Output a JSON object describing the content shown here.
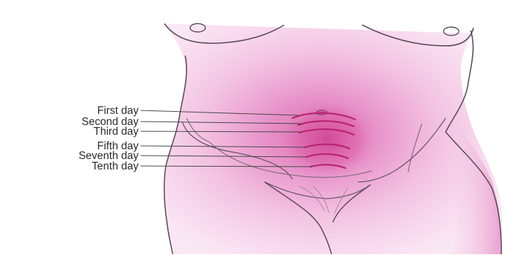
{
  "diagram": {
    "labels": [
      "First day",
      "Second day",
      "Third day",
      "Fifth day",
      "Seventh day",
      "Tenth day"
    ],
    "colors": {
      "skin_light": "#f6d3ea",
      "skin_mid": "#ea9fd2",
      "skin_dark": "#d8569f",
      "fundus_line": "#b8236f",
      "outline": "#5a4a55",
      "leader": "#444444",
      "text": "#2a2a2a"
    }
  }
}
